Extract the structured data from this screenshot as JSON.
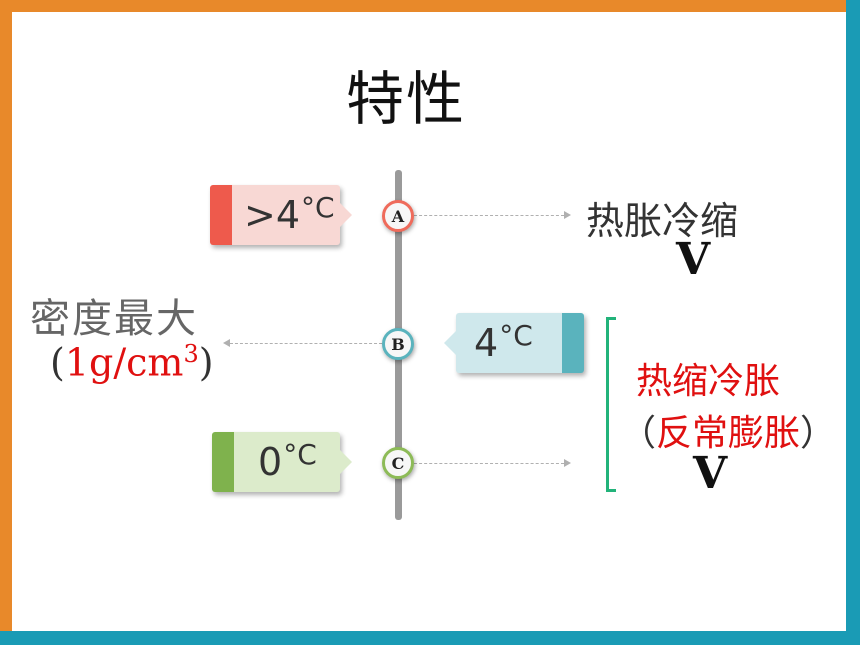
{
  "title": "特性",
  "nodes": {
    "a": "A",
    "b": "B",
    "c": "C"
  },
  "callouts": {
    "a": {
      "value": ">4",
      "unit": "°C"
    },
    "b": {
      "value": "4",
      "unit": "°C"
    },
    "c": {
      "value": "0",
      "unit": "°C"
    }
  },
  "right_top": {
    "label": "热胀冷缩",
    "mark": "V"
  },
  "left_mid": {
    "label": "密度最大",
    "density_open": "(",
    "density_value": "1g/cm",
    "density_exp": "3",
    "density_close": ")"
  },
  "right_mid": {
    "label": "热缩冷胀",
    "paren_open": "（",
    "sub_label": "反常膨胀",
    "paren_close": "）",
    "mark": "V"
  },
  "colors": {
    "frame_orange": "#e8892a",
    "frame_teal": "#1a9bb5",
    "a_red": "#ee5a4c",
    "b_teal": "#5ab3bd",
    "c_green": "#7fb24d",
    "bracket_green": "#22b37a",
    "highlight_red": "#e01010"
  }
}
